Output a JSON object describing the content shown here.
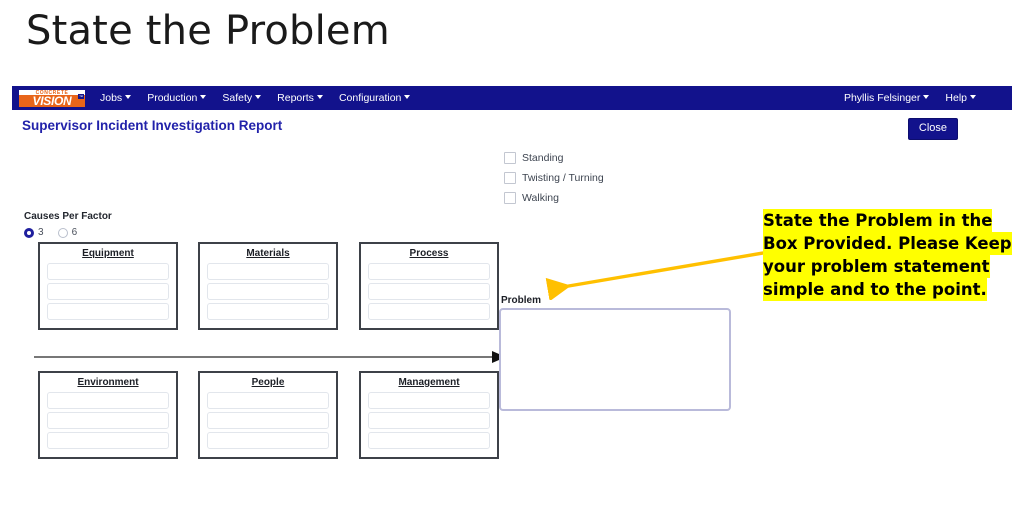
{
  "slide": {
    "title": "State the Problem"
  },
  "app": {
    "brand": {
      "top_word": "CONCRETE",
      "main_word": "VISION",
      "trademark": "™"
    },
    "navbar": {
      "items": [
        {
          "label": "Jobs",
          "has_caret": true
        },
        {
          "label": "Production",
          "has_caret": true
        },
        {
          "label": "Safety",
          "has_caret": true
        },
        {
          "label": "Reports",
          "has_caret": true
        },
        {
          "label": "Configuration",
          "has_caret": true
        }
      ],
      "user": {
        "label": "Phyllis Felsinger",
        "has_caret": true
      },
      "help": {
        "label": "Help",
        "has_caret": true
      }
    },
    "page": {
      "heading": "Supervisor Incident Investigation Report",
      "close_label": "Close"
    },
    "checkboxes": [
      {
        "label": "Standing",
        "checked": false
      },
      {
        "label": "Twisting / Turning",
        "checked": false
      },
      {
        "label": "Walking",
        "checked": false
      }
    ],
    "causes_per_factor": {
      "label": "Causes Per Factor",
      "options": [
        {
          "label": "3",
          "selected": true
        },
        {
          "label": "6",
          "selected": false
        }
      ]
    },
    "factors": [
      {
        "title": "Equipment",
        "fields": [
          "",
          "",
          ""
        ]
      },
      {
        "title": "Materials",
        "fields": [
          "",
          "",
          ""
        ]
      },
      {
        "title": "Process",
        "fields": [
          "",
          "",
          ""
        ]
      },
      {
        "title": "Environment",
        "fields": [
          "",
          "",
          ""
        ]
      },
      {
        "title": "People",
        "fields": [
          "",
          "",
          ""
        ]
      },
      {
        "title": "Management",
        "fields": [
          "",
          "",
          ""
        ]
      }
    ],
    "problem": {
      "label": "Problem",
      "value": "",
      "placeholder": ""
    }
  },
  "callout": {
    "lines": [
      "State the Problem in the",
      "Box Provided. Please Keep",
      "your problem statement",
      "simple and to the point."
    ],
    "highlight_color": "#ffff00",
    "arrow_color": "#ffc000"
  },
  "colors": {
    "navbar_blue": "#12128c",
    "heading_blue": "#2222aa",
    "brand_orange": "#e8651a",
    "problem_border": "#b9bada"
  }
}
